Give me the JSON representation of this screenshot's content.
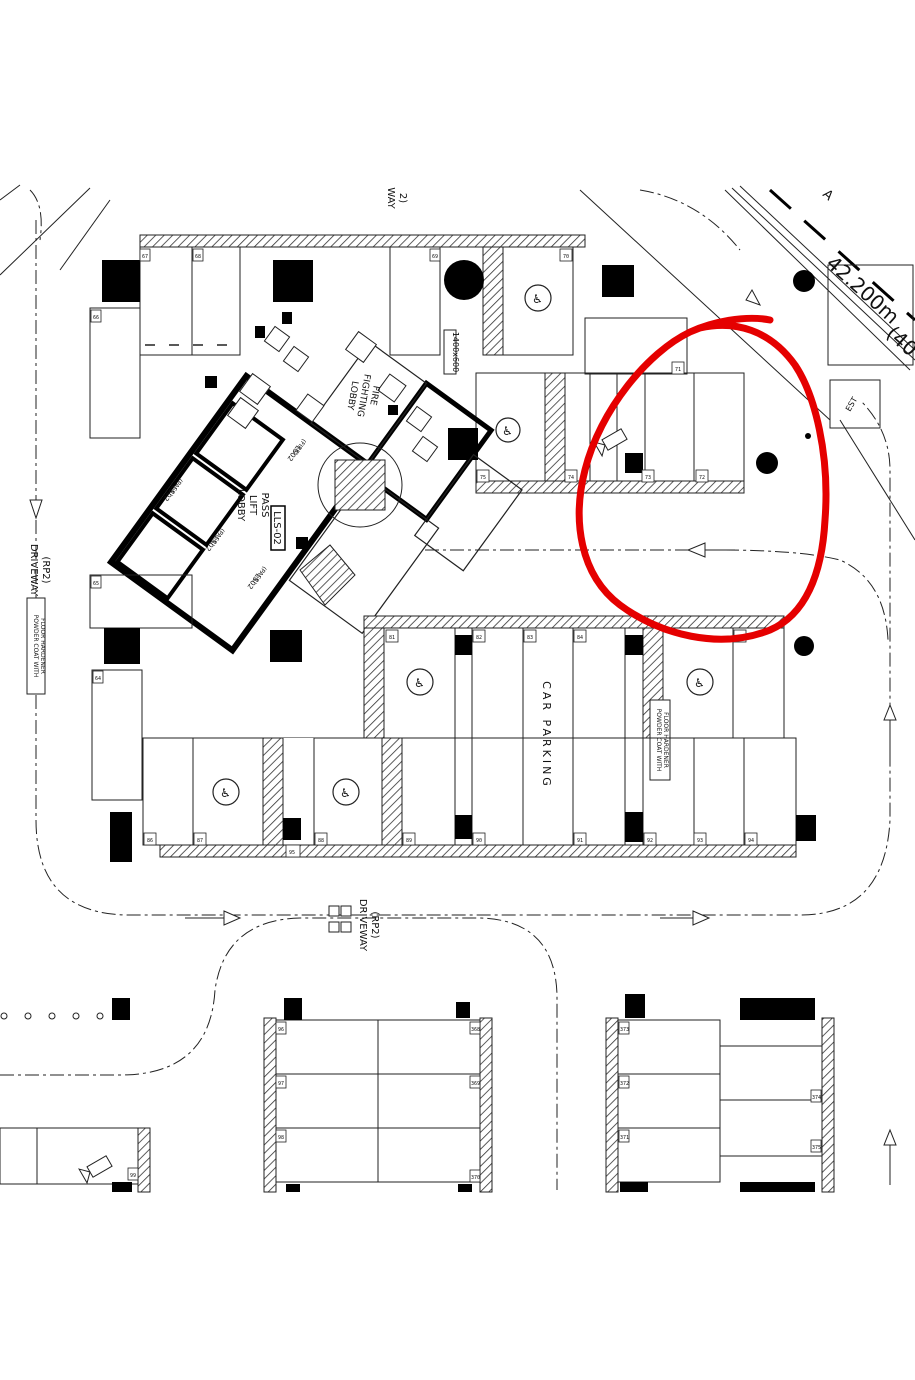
{
  "drawing": {
    "labels": {
      "driveway_left": "(RP2)",
      "driveway_left_2": "DRIVEWAY",
      "driveway_bottom": "(RP2)",
      "driveway_bottom_2": "DRIVEWAY",
      "driveway_top": "2)",
      "driveway_top_2": "WAY",
      "car_parking": "CAR PARKING",
      "lift_lobby_1": "PASS",
      "lift_lobby_2": "LIFT",
      "lift_lobby_3": "LOBBY",
      "lls_tag": "LLS-02",
      "fire_lobby_1": "FIRE",
      "fire_lobby_2": "FIGHTING",
      "fire_lobby_3": "LOBBY",
      "lift_a": "LS02",
      "lift_a_sub": "(PASS)",
      "lift_b": "LS02",
      "lift_b_sub": "(PASS)",
      "lift_c": "LS02",
      "lift_c_sub": "(PASS)",
      "lift_fire": "LS02",
      "lift_fire_sub": "(FIRE)",
      "note_left": "POWDER COAT WITH",
      "note_left_2": "FLOOR HARDENER",
      "note_mid": "POWDER COAT WITH",
      "note_mid_2": "FLOOR HARDENER",
      "dimension": "1400x600",
      "road_dim": "42.200m",
      "road_dim_2": "(40",
      "road_letter": "A",
      "est_tag": "EST",
      "stall_numbers": {
        "s1": "67",
        "s2": "68",
        "s3": "69",
        "s4": "70",
        "s5": "66",
        "s6": "71",
        "s7": "72",
        "s8": "73",
        "s9": "74",
        "s10": "75",
        "s11": "65",
        "s12": "64",
        "s13": "81",
        "s14": "82",
        "s15": "83",
        "s16": "84",
        "s17": "85",
        "s18": "86",
        "s19": "87",
        "s20": "88",
        "s21": "89",
        "s22": "90",
        "s23": "91",
        "s24": "92",
        "s25": "93",
        "s26": "94",
        "s27": "95",
        "s28": "96",
        "s29": "97",
        "s30": "98",
        "s31": "99",
        "s32": "372",
        "s33": "373",
        "s34": "371",
        "s35": "374",
        "s36": "375",
        "s37": "368",
        "s38": "369",
        "s39": "370"
      }
    },
    "annotation": {
      "color": "#e50000",
      "kind": "hand-drawn circle"
    },
    "colors": {
      "line": "#1a1a1a",
      "hatch": "#333333",
      "fill": "#000000"
    }
  }
}
